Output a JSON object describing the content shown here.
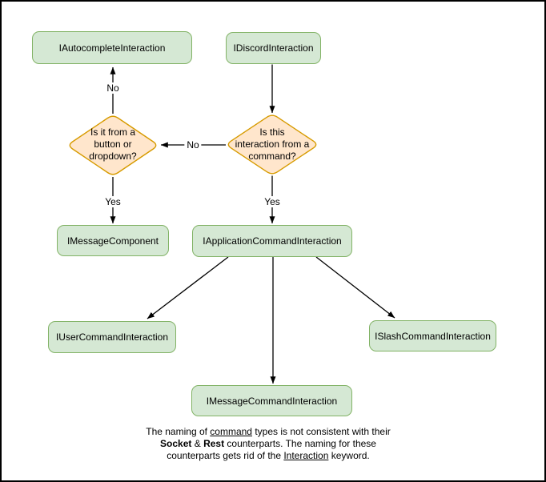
{
  "diagram": {
    "nodes": {
      "autocomplete": {
        "label": "IAutocompleteInteraction"
      },
      "discord": {
        "label": "IDiscordInteraction"
      },
      "message_component": {
        "label": "IMessageComponent"
      },
      "application_command": {
        "label": "IApplicationCommandInteraction"
      },
      "user_command": {
        "label": "IUserCommandInteraction"
      },
      "slash_command": {
        "label": "ISlashCommandInteraction"
      },
      "message_command": {
        "label": "IMessageCommandInteraction"
      }
    },
    "decisions": {
      "from_command": {
        "lines": [
          "Is this",
          "interaction from a",
          "command?"
        ]
      },
      "button_dropdown": {
        "lines": [
          "Is it from a",
          "button or",
          "dropdown?"
        ]
      }
    },
    "edge_labels": {
      "no_to_button_dropdown": "No",
      "no_to_autocomplete": "No",
      "yes_to_message_component": "Yes",
      "yes_to_application_command": "Yes"
    },
    "colors": {
      "node_fill": "#d5e8d4",
      "node_border": "#82b366",
      "decision_fill": "#ffe6cc",
      "decision_border": "#d79b00",
      "edge": "#000000",
      "background": "#ffffff",
      "frame": "#000000"
    },
    "note": {
      "line1": {
        "t1": "The naming of ",
        "t2": "command",
        "t3": " types is not consistent with their"
      },
      "line2": {
        "t1": "Socket",
        "t2": " & ",
        "t3": "Rest",
        "t4": " counterparts. The naming for these"
      },
      "line3": {
        "t1": "counterparts gets rid of the ",
        "t2": "Interaction",
        "t3": " keyword."
      }
    }
  }
}
